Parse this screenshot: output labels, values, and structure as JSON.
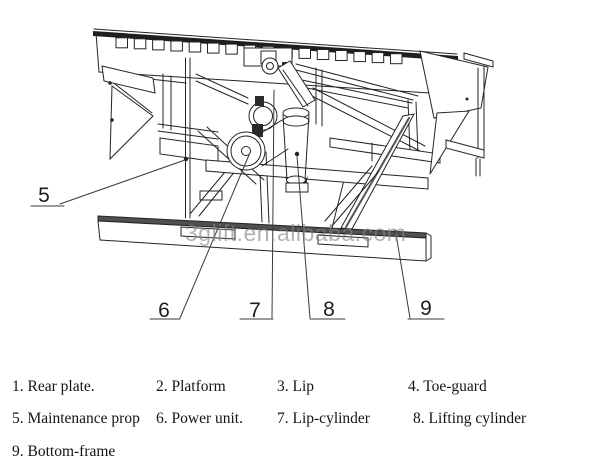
{
  "drawing": {
    "title": "dock-leveler-structure-diagram",
    "watermark": "3glift.en.alibaba.com",
    "colors": {
      "line": "#242424",
      "frame_band": "#4f4f4f",
      "watermark_gray": "#7d868e"
    },
    "callouts": [
      {
        "label": "5"
      },
      {
        "label": "6"
      },
      {
        "label": "7"
      },
      {
        "label": "8"
      },
      {
        "label": "9"
      }
    ]
  },
  "legend": {
    "items": [
      {
        "text": "1. Rear plate."
      },
      {
        "text": "2. Platform"
      },
      {
        "text": "3. Lip"
      },
      {
        "text": "4. Toe-guard"
      },
      {
        "text": "5. Maintenance prop"
      },
      {
        "text": "6. Power unit."
      },
      {
        "text": "7. Lip-cylinder"
      },
      {
        "text": "8. Lifting cylinder"
      },
      {
        "text": "9. Bottom-frame"
      }
    ]
  }
}
